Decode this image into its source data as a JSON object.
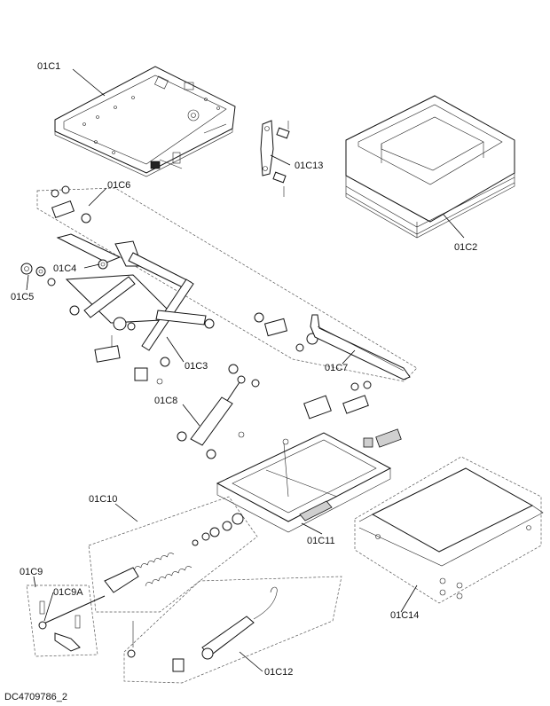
{
  "labels": {
    "c1": "01C1",
    "c2": "01C2",
    "c3": "01C3",
    "c4": "01C4",
    "c5": "01C5",
    "c6": "01C6",
    "c7": "01C7",
    "c8": "01C8",
    "c9": "01C9",
    "c9a": "01C9A",
    "c10": "01C10",
    "c11": "01C11",
    "c12": "01C12",
    "c13": "01C13",
    "c14": "01C14"
  },
  "drawing_code": "DC4709786_2"
}
